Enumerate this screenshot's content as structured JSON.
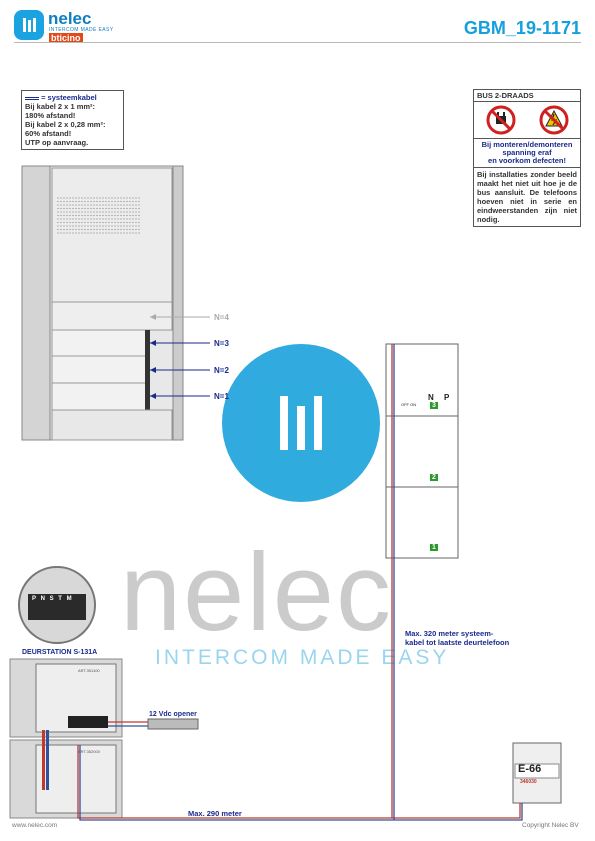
{
  "header": {
    "logo_name": "nelec",
    "logo_tagline": "INTERCOM MADE EASY",
    "logo_brand": "bticino",
    "doc_id": "GBM_19-1171"
  },
  "cable_note": {
    "title": "= systeemkabel",
    "lines": [
      "Bij kabel 2 x 1 mm²:",
      "180% afstand!",
      "Bij kabel 2 x 0,28 mm²:",
      "60% afstand!",
      "UTP op aanvraag."
    ]
  },
  "bus_box": {
    "title": "BUS 2-DRAADS",
    "warning": [
      "Bij monteren/demonteren",
      "spanning eraf",
      "en voorkom defecten!"
    ],
    "text": "Bij installaties zonder beeld maakt het niet uit hoe je de bus aansluit. De telefoons hoeven niet in serie en eindweerstanden zijn niet nodig."
  },
  "panel_labels": [
    "N=4",
    "N=3",
    "N=2",
    "N=1"
  ],
  "terminal_labels": [
    "P",
    "N",
    "S",
    "T",
    "M"
  ],
  "station_label": "DEURSTATION S-131A",
  "module_codes": [
    "ART.351100",
    "ART.352000"
  ],
  "opener_label": "12 Vdc opener",
  "phone_labels": [
    "N",
    "P",
    "OFF ON"
  ],
  "phone_numbers": [
    "3",
    "2",
    "1"
  ],
  "max_phone_text": [
    "Max. 320 meter systeem-",
    "kabel tot laatste deurtelefoon"
  ],
  "max_cable_text": "Max. 290 meter",
  "power_supply": {
    "model": "E-66",
    "code": "346030"
  },
  "watermark": {
    "word": "nelec",
    "sub": "INTERCOM MADE EASY"
  },
  "footer": {
    "left": "www.nelec.com",
    "right": "Copyright Nelec BV"
  },
  "colors": {
    "accent": "#14a0dc",
    "navy": "#1a2a8c",
    "wire_red": "#c0392b",
    "wire_blue": "#3050a0"
  }
}
